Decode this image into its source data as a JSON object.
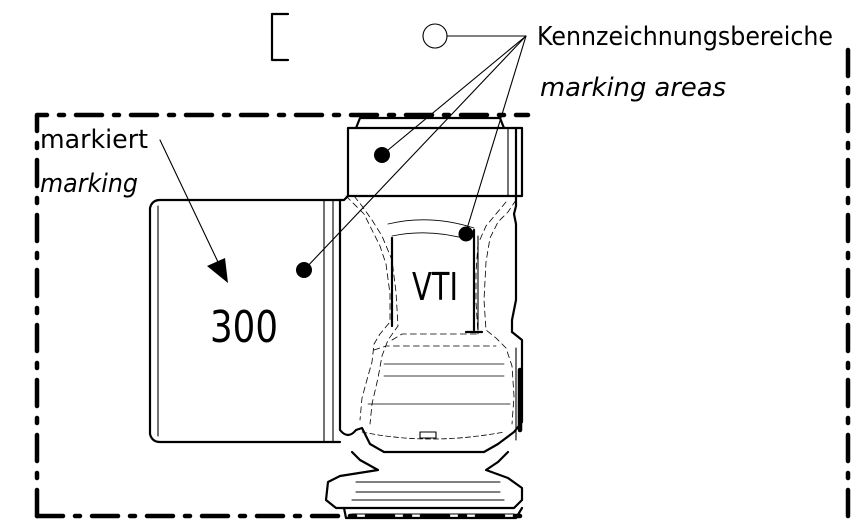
{
  "labels": {
    "marking_areas_de": "Kennzeichnungsbereiche",
    "marking_areas_en": "marking areas",
    "marked_de": "markiert",
    "marked_en": "marking",
    "number": "300",
    "brand": "VTI"
  }
}
